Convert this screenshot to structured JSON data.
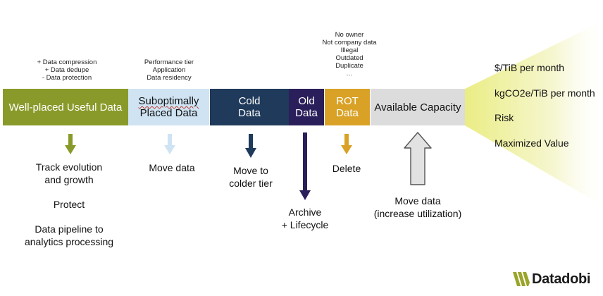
{
  "top_notes": {
    "well_placed": [
      "+ Data compression",
      "+ Data dedupe",
      "-  Data protection"
    ],
    "suboptimal": [
      "Performance tier",
      "Application",
      "Data residency"
    ],
    "rot": [
      "No owner",
      "Not company data",
      "Illegal",
      "Outdated",
      "Duplicate",
      "…"
    ]
  },
  "segments": [
    {
      "line1": "Well-placed Useful Data",
      "line2": "",
      "color": "#8a9a2a",
      "text_color": "#ffffff"
    },
    {
      "line1": "Suboptimally",
      "line2": "Placed Data",
      "color": "#cfe3f3",
      "text_color": "#111111"
    },
    {
      "line1": "Cold",
      "line2": "Data",
      "color": "#1f3a5a",
      "text_color": "#ffffff"
    },
    {
      "line1": "Old",
      "line2": "Data",
      "color": "#2a1f5a",
      "text_color": "#ffffff"
    },
    {
      "line1": "ROT",
      "line2": "Data",
      "color": "#d9a227",
      "text_color": "#ffffff"
    },
    {
      "line1": "Available Capacity",
      "line2": "",
      "color": "#dcdcdc",
      "text_color": "#111111"
    }
  ],
  "actions": {
    "well_placed": [
      "Track evolution",
      "and growth",
      "Protect",
      "Data pipeline to",
      "analytics processing"
    ],
    "suboptimal": [
      "Move data"
    ],
    "cold": [
      "Move to",
      "colder tier"
    ],
    "old": [
      "Archive",
      "+ Lifecycle"
    ],
    "rot": [
      "Delete"
    ],
    "capacity": [
      "Move data",
      "(increase utilization)"
    ]
  },
  "value_panel": {
    "items": [
      "$/TiB per month",
      "kgCO2e/TiB per month",
      "Risk",
      "Maximized Value"
    ]
  },
  "logo": {
    "text": "Datadobi"
  },
  "colors": {
    "olive": "#8a9a2a",
    "light_blue": "#cfe3f3",
    "navy": "#1f3a5a",
    "indigo": "#2a1f5a",
    "gold": "#d9a227",
    "grey": "#dcdcdc",
    "beam": "#e8ec8a"
  }
}
